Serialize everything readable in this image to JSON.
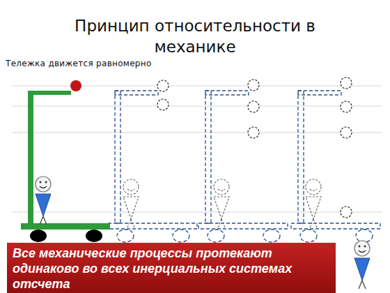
{
  "diagram": {
    "title": "Принцип относительности в механике",
    "nodes": [
      {
        "text": [
          "Все механические процессы протекают одинаково во всех инерциальных системах отсчета"
        ]
      }
    ],
    "labels": [
      "Тележка движется равномерно"
    ]
  }
}
